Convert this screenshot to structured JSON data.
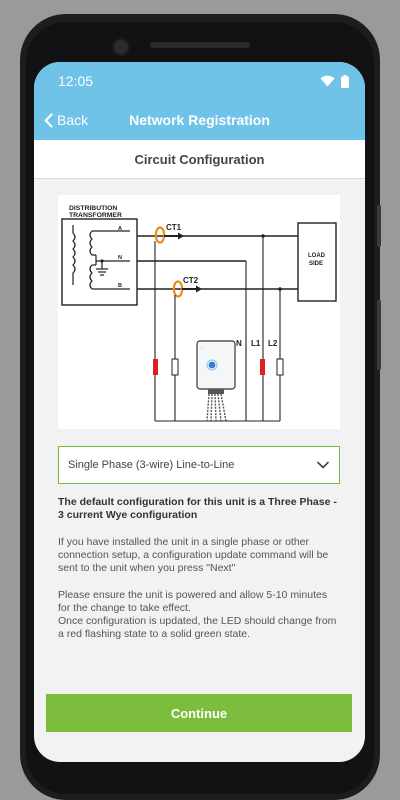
{
  "status_bar": {
    "time": "12:05"
  },
  "nav": {
    "back_label": "Back",
    "title": "Network Registration"
  },
  "subheader": {
    "title": "Circuit Configuration"
  },
  "diagram": {
    "transformer_label_1": "DISTRIBUTION",
    "transformer_label_2": "TRANSFORMER",
    "line_a": "A",
    "line_n": "N",
    "line_b": "B",
    "ct1": "CT1",
    "ct2": "CT2",
    "load_label_1": "LOAD",
    "load_label_2": "SIDE",
    "tap_n": "N",
    "tap_l1": "L1",
    "tap_l2": "L2"
  },
  "select": {
    "value": "Single Phase (3-wire) Line-to-Line"
  },
  "content": {
    "bold_text": "The default configuration for this unit is a Three Phase - 3 current Wye configuration",
    "para1": "If you have installed the unit in a single phase or other connection setup, a configuration update command will be sent to the unit when you press \"Next\"",
    "para2_line1": "Please ensure the unit is powered and allow 5-10 minutes for the change to take effect.",
    "para2_line2": "Once configuration is updated, the LED should change from a red flashing state to a solid green state."
  },
  "continue_label": "Continue",
  "colors": {
    "header": "#6fc3e8",
    "accent_green": "#7cbd3e",
    "ct_orange": "#f08a1c",
    "fuse_red": "#e02020"
  }
}
